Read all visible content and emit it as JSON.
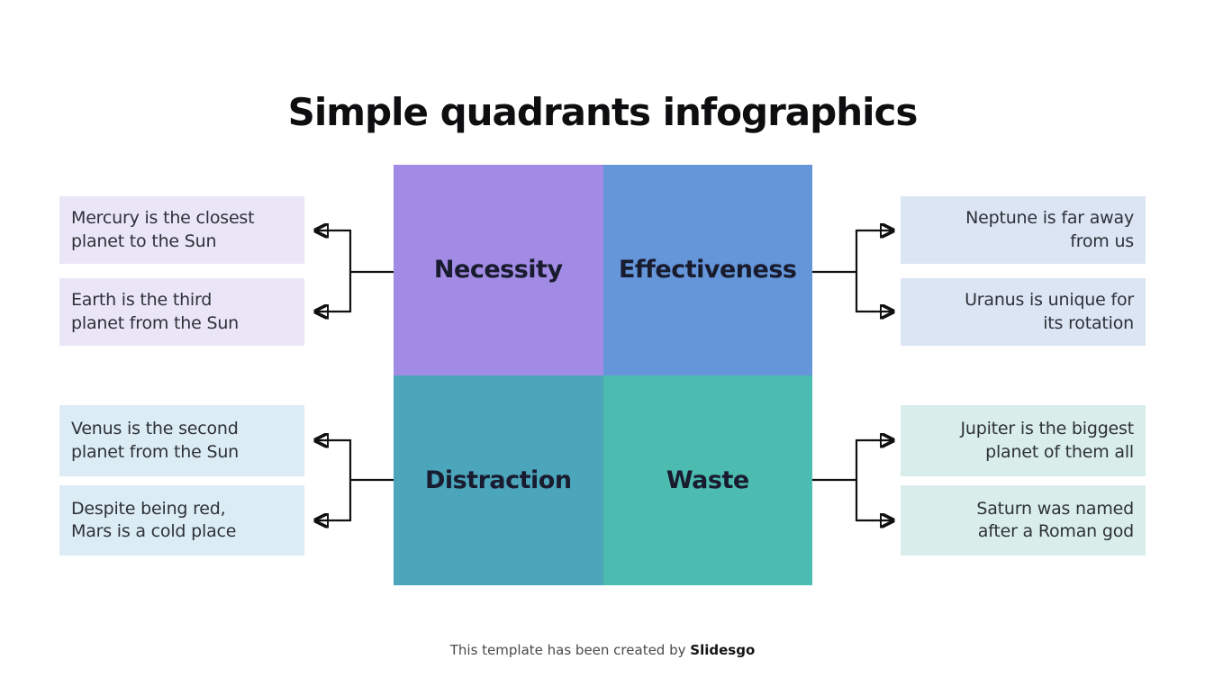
{
  "title": "Simple quadrants infographics",
  "quadrants": [
    {
      "label": "Necessity",
      "color": "#a18be4"
    },
    {
      "label": "Effectiveness",
      "color": "#6496d9"
    },
    {
      "label": "Distraction",
      "color": "#4ba5bb"
    },
    {
      "label": "Waste",
      "color": "#4cbcb1"
    }
  ],
  "callouts": {
    "left_top": {
      "bg": "#eae6f8",
      "items": [
        "Mercury is the closest\nplanet to the Sun",
        "Earth is the third\nplanet from the Sun"
      ]
    },
    "left_bottom": {
      "bg": "#dcecf4",
      "items": [
        "Venus is the second\nplanet from the Sun",
        "Despite being red,\nMars is a cold place"
      ]
    },
    "right_top": {
      "bg": "#dbe5f4",
      "items": [
        "Neptune is far away\nfrom us",
        "Uranus is unique for\nits rotation"
      ]
    },
    "right_bottom": {
      "bg": "#d9eeeb",
      "items": [
        "Jupiter is the biggest\nplanet of them all",
        "Saturn was named\nafter a Roman god"
      ]
    }
  },
  "footer": {
    "text": "This template has been created by",
    "brand": "Slidesgo"
  },
  "colors": {
    "line": "#111111",
    "background": "#ffffff",
    "title_text": "#0e0e10",
    "quadrant_label_text": "#191b2e",
    "callout_text": "#2e3138"
  }
}
